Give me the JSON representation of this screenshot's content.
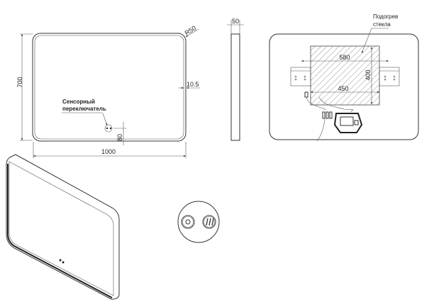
{
  "front_view": {
    "height_label": "700",
    "width_label": "1000",
    "radius_label": "R50",
    "offset_label": "10.5",
    "switch_offset_label": "80",
    "switch_label_line1": "Сенсорный",
    "switch_label_line2": "переключатель"
  },
  "side_view": {
    "depth_label": "50"
  },
  "back_view": {
    "heater_label_line1": "Подогрев",
    "heater_label_line2": "стекла",
    "bracket_span_label": "580",
    "inner_span_label": "450",
    "heater_height_label": "400"
  }
}
